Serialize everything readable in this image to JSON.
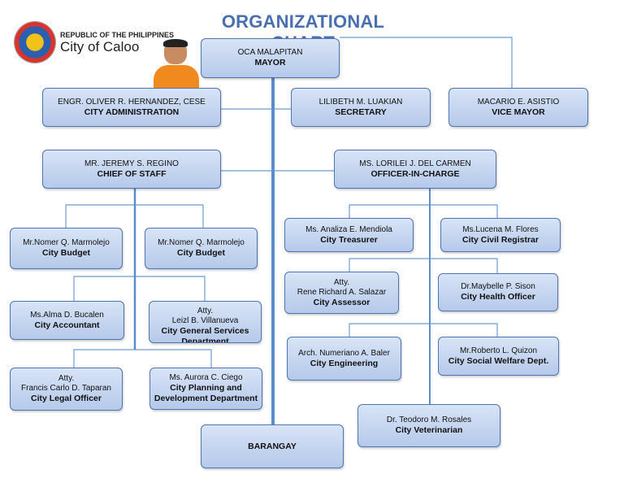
{
  "title": "ORGANIZATIONAL CHART",
  "logo": {
    "republic": "REPUBLIC OF THE PHILIPPINES",
    "city": "City of Caloo"
  },
  "colors": {
    "title": "#4a6fb0",
    "box_border": "#4f74ae",
    "box_fill_top": "#d8e4f6",
    "box_fill_bottom": "#b5c9ea",
    "connector": "#6f9ccf",
    "trunk": "#5b8ccb"
  },
  "nodes": {
    "mayor": {
      "name": "OCA MALAPITAN",
      "position": "MAYOR"
    },
    "city_admin": {
      "name": "ENGR. OLIVER R. HERNANDEZ, CESE",
      "position": "CITY ADMINISTRATION"
    },
    "secretary": {
      "name": "LILIBETH M. LUAKIAN",
      "position": "SECRETARY"
    },
    "vice_mayor": {
      "name": "MACARIO E. ASISTIO",
      "position": "VICE MAYOR"
    },
    "chief_staff": {
      "name": "MR. JEREMY S. REGINO",
      "position": "CHIEF OF STAFF"
    },
    "oic": {
      "name": "MS. LORILEI J. DEL CARMEN",
      "position": "OFFICER-IN-CHARGE"
    },
    "budget_1": {
      "name": "Mr.Nomer Q. Marmolejo",
      "position": "City Budget"
    },
    "budget_2": {
      "name": "Mr.Nomer Q. Marmolejo",
      "position": "City Budget"
    },
    "accountant": {
      "name": "Ms.Alma D. Bucalen",
      "position": "City Accountant"
    },
    "gso": {
      "prefix": "Atty.",
      "name": "Leizl B. Villanueva",
      "position": "City General Services Department"
    },
    "legal": {
      "prefix": "Atty.",
      "name": "Francis Carlo D. Taparan",
      "position": "City Legal  Officer"
    },
    "planning": {
      "name": "Ms. Aurora C. Ciego",
      "position": "City Planning and Development Department"
    },
    "treasurer": {
      "name": "Ms. Analiza E. Mendiola",
      "position": "City Treasurer"
    },
    "registrar": {
      "name": "Ms.Lucena M. Flores",
      "position": "City Civil Registrar"
    },
    "assessor": {
      "prefix": "Atty.",
      "name": "Rene Richard A. Salazar",
      "position": "City Assessor"
    },
    "health": {
      "name": "Dr.Maybelle P. Sison",
      "position": "City Health Officer"
    },
    "engineering": {
      "name": "Arch. Numeriano A. Baler",
      "position": "City Engineering"
    },
    "social": {
      "name": "Mr.Roberto L. Quizon",
      "position": "City Social Welfare Dept."
    },
    "veterinarian": {
      "name": "Dr. Teodoro M. Rosales",
      "position": "City Veterinarian"
    },
    "barangay": {
      "position": "BARANGAY"
    }
  }
}
